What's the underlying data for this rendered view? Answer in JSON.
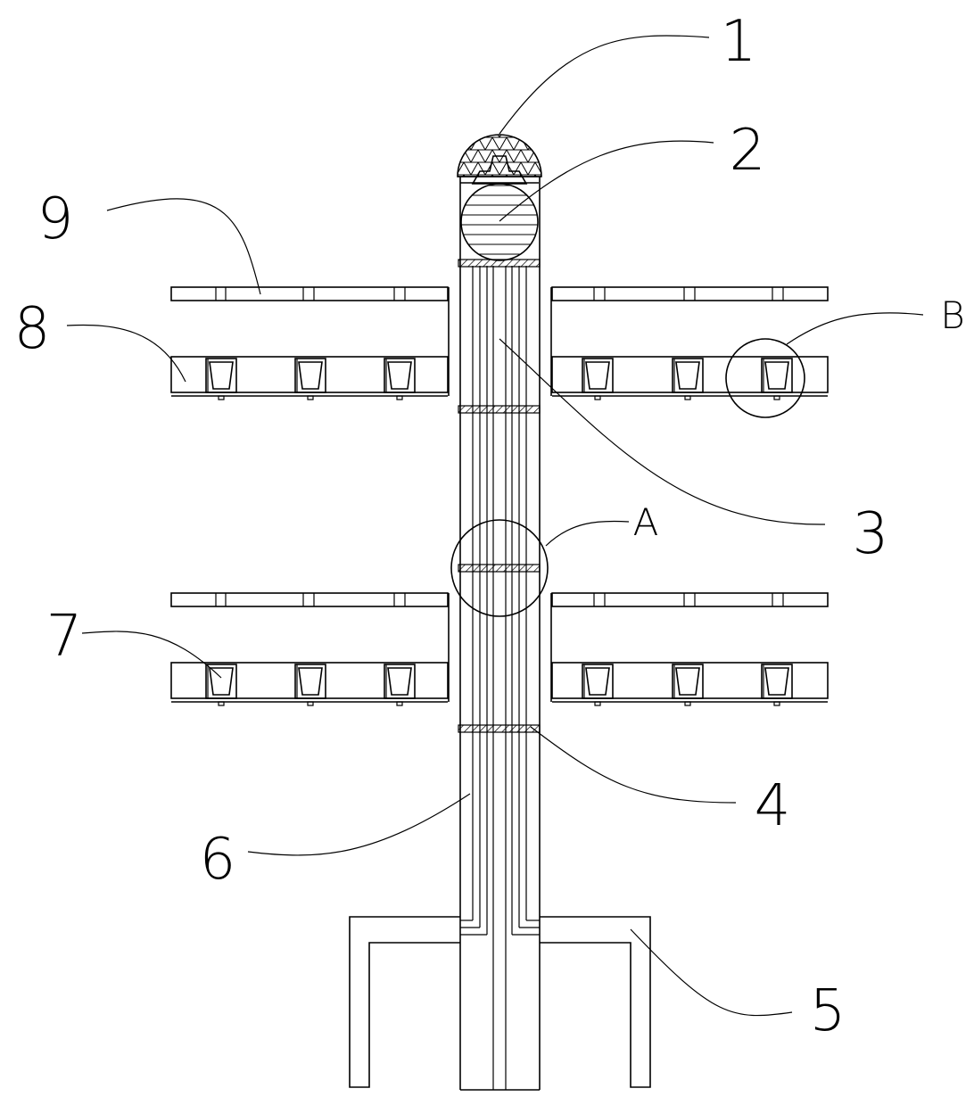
{
  "labels": {
    "l1": "1",
    "l2": "2",
    "l3": "3",
    "l4": "4",
    "l5": "5",
    "l6": "6",
    "l7": "7",
    "l8": "8",
    "l9": "9",
    "lA": "A",
    "lB": "B"
  },
  "colors": {
    "line": "#000000",
    "background": "#ffffff"
  }
}
